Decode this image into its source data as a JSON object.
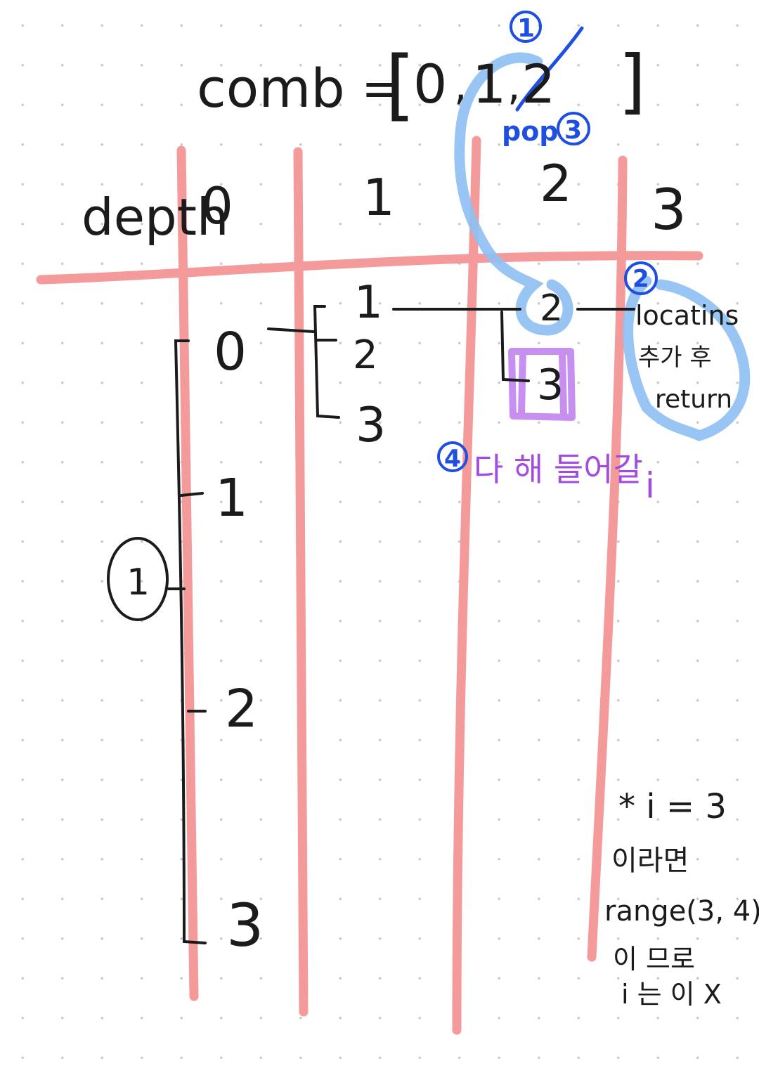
{
  "comb": {
    "label": "comb",
    "equals": "=",
    "open_bracket": "[",
    "values": [
      "0",
      "1",
      "2"
    ],
    "close_bracket": "]",
    "marker_1": "1",
    "pop_label": "pop",
    "marker_3": "3"
  },
  "depth_header": {
    "label": "depth",
    "columns": [
      "0",
      "1",
      "2",
      "3"
    ]
  },
  "tree": {
    "root_nodes": [
      "0",
      "1",
      "2",
      "3"
    ],
    "depth1_nodes": [
      "1",
      "2",
      "3"
    ],
    "depth2_nodes": [
      "2",
      "3"
    ],
    "depth3_text": [
      "locatins",
      "추가 후",
      "return"
    ],
    "marker_2": "2",
    "marker_4": "4",
    "step4_text": "다 해 들어갈",
    "step4_var": "i",
    "loop_marker": "1"
  },
  "note": {
    "lines": [
      "* i = 3",
      "이라면",
      "range(3, 4)",
      "이 므로",
      "i 는 이 X"
    ]
  },
  "colors": {
    "grid_red": "#f59a9a",
    "ink": "#1b1b1b",
    "blue_highlight": "#8fc0f2",
    "blue_pen": "#1f4fe0",
    "purple": "#a14be0"
  }
}
